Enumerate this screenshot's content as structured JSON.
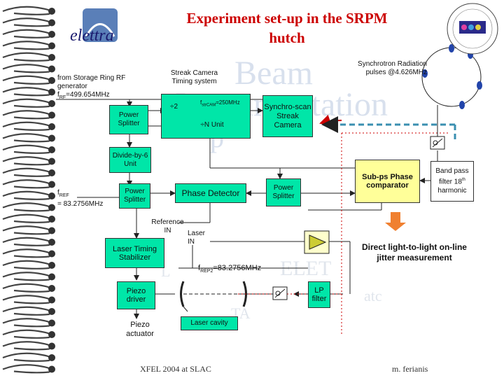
{
  "title": "Experiment set-up in the SRPM hutch",
  "logo_left": {
    "text": "elettra"
  },
  "labels": {
    "storage_ring": "from Storage Ring RF generator",
    "frf_prefix": "f",
    "frf_sub": "RF",
    "frf_value": "=499.654MHz",
    "streak_timing": "Streak Camera Timing system",
    "synchrotron_pulses": "Synchrotron Radiation pulses @4.626MHz",
    "div2": "÷2",
    "fstrcam_prefix": "f",
    "fstrcam_sub": "strCAM",
    "fstrcam_value": "=250MHz",
    "div_n": "÷N Unit",
    "power_splitter_1": "Power Splitter",
    "synchroscan": "Synchro-scan Streak Camera",
    "divide_by_6": "Divide-by-6 Unit",
    "fref_prefix": "f",
    "fref_sub": "REF",
    "fref_value": "= 83.2756MHz",
    "power_splitter_2": "Power Splitter",
    "phase_detector": "Phase Detector",
    "power_splitter_3": "Power Splitter",
    "subps_comparator": "Sub-ps Phase comparator",
    "band_pass": "Band pass filter 18",
    "band_pass_sup": "th",
    "band_pass_tail": " harmonic",
    "reference_in": "Reference IN",
    "laser_in": "Laser IN",
    "laser_timing": "Laser Timing Stabilizer",
    "frep2_prefix": "f",
    "frep2_sub": "REP2",
    "frep2_value": "=83.2756MHz",
    "direct_light": "Direct light-to-light on-line jitter measurement",
    "piezo_driver": "Piezo driver",
    "lp_filter": "LP filter",
    "piezo_actuator": "Piezo actuator",
    "laser_cavity": "Laser cavity"
  },
  "footer": {
    "left": "XFEL 2004 at SLAC",
    "right": "m. ferianis"
  },
  "colors": {
    "title": "#cc0000",
    "green_box": "#00e6a8",
    "yellow_box": "#ffff99",
    "cyan_box": "#00d8d8",
    "orange_arrow": "#f08030",
    "dashed_arrow": "#3a8fb0",
    "red_dotted": "#cc0000"
  },
  "icons": [
    "spiral-binding",
    "elettra-logo",
    "beam-instrumentation-logo",
    "phase-shifter-icon",
    "amplifier-triangle-icon",
    "ring-electron-bunch-icon"
  ]
}
